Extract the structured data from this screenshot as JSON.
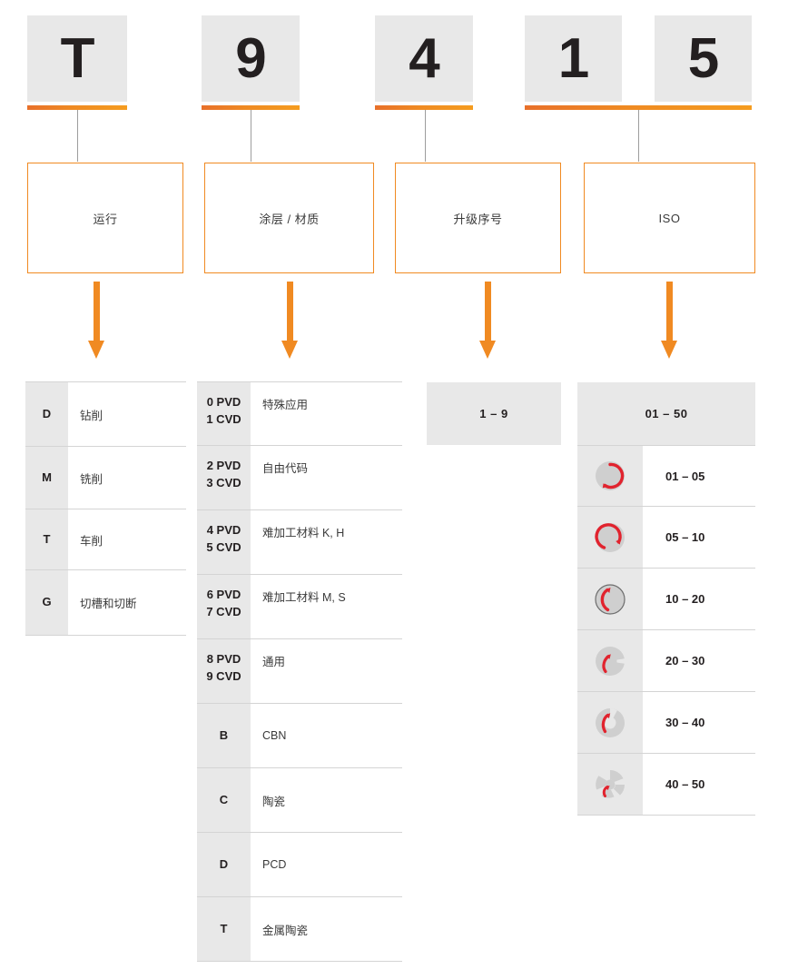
{
  "code": {
    "chips": [
      {
        "char": "T",
        "name": "chip-operation"
      },
      {
        "char": "9",
        "name": "chip-coating"
      },
      {
        "char": "4",
        "name": "chip-upgrade"
      },
      {
        "char": "1",
        "name": "chip-iso-tens"
      },
      {
        "char": "5",
        "name": "chip-iso-units"
      }
    ]
  },
  "categories": [
    {
      "label": "运行"
    },
    {
      "label": "涂层 / 材质"
    },
    {
      "label": "升级序号"
    },
    {
      "label": "ISO"
    }
  ],
  "operation_table": {
    "rows": [
      {
        "key": "D",
        "value": "钻削"
      },
      {
        "key": "M",
        "value": "铣削"
      },
      {
        "key": "T",
        "value": "车削"
      },
      {
        "key": "G",
        "value": "切槽和切断"
      }
    ]
  },
  "coating_table": {
    "rows": [
      {
        "key": "0 PVD\n1 CVD",
        "value": "特殊应用"
      },
      {
        "key": "2 PVD\n3 CVD",
        "value": "自由代码"
      },
      {
        "key": "4 PVD\n5 CVD",
        "value": "难加工材料 K, H"
      },
      {
        "key": "6 PVD\n7 CVD",
        "value": "难加工材料 M, S"
      },
      {
        "key": "8 PVD\n9 CVD",
        "value": "通用"
      },
      {
        "key": "B",
        "value": "CBN"
      },
      {
        "key": "C",
        "value": "陶瓷"
      },
      {
        "key": "D",
        "value": "PCD"
      },
      {
        "key": "T",
        "value": "金属陶瓷"
      }
    ]
  },
  "upgrade_table": {
    "banner": "1 – 9"
  },
  "iso_table": {
    "banner": "01 – 50",
    "rows": [
      {
        "icon": "chipbreaker-full-ring-icon",
        "value": "01 – 05",
        "variant": 0
      },
      {
        "icon": "chipbreaker-three-quarter-icon",
        "value": "05 – 10",
        "variant": 1
      },
      {
        "icon": "chipbreaker-outlined-ring-icon",
        "value": "10 – 20",
        "variant": 2
      },
      {
        "icon": "chipbreaker-notched-small-icon",
        "value": "20 – 30",
        "variant": 3
      },
      {
        "icon": "chipbreaker-notched-medium-icon",
        "value": "30 – 40",
        "variant": 4
      },
      {
        "icon": "chipbreaker-notched-large-icon",
        "value": "40 – 50",
        "variant": 5
      }
    ]
  },
  "colors": {
    "accent_orange": "#f08a22",
    "accent_orange_dark": "#e8702a",
    "chip_grey": "#e8e8e8",
    "icon_red": "#e1232e",
    "icon_grey": "#cfcfcf",
    "rule_grey": "#d4d4d4",
    "text_dark": "#231f20"
  }
}
